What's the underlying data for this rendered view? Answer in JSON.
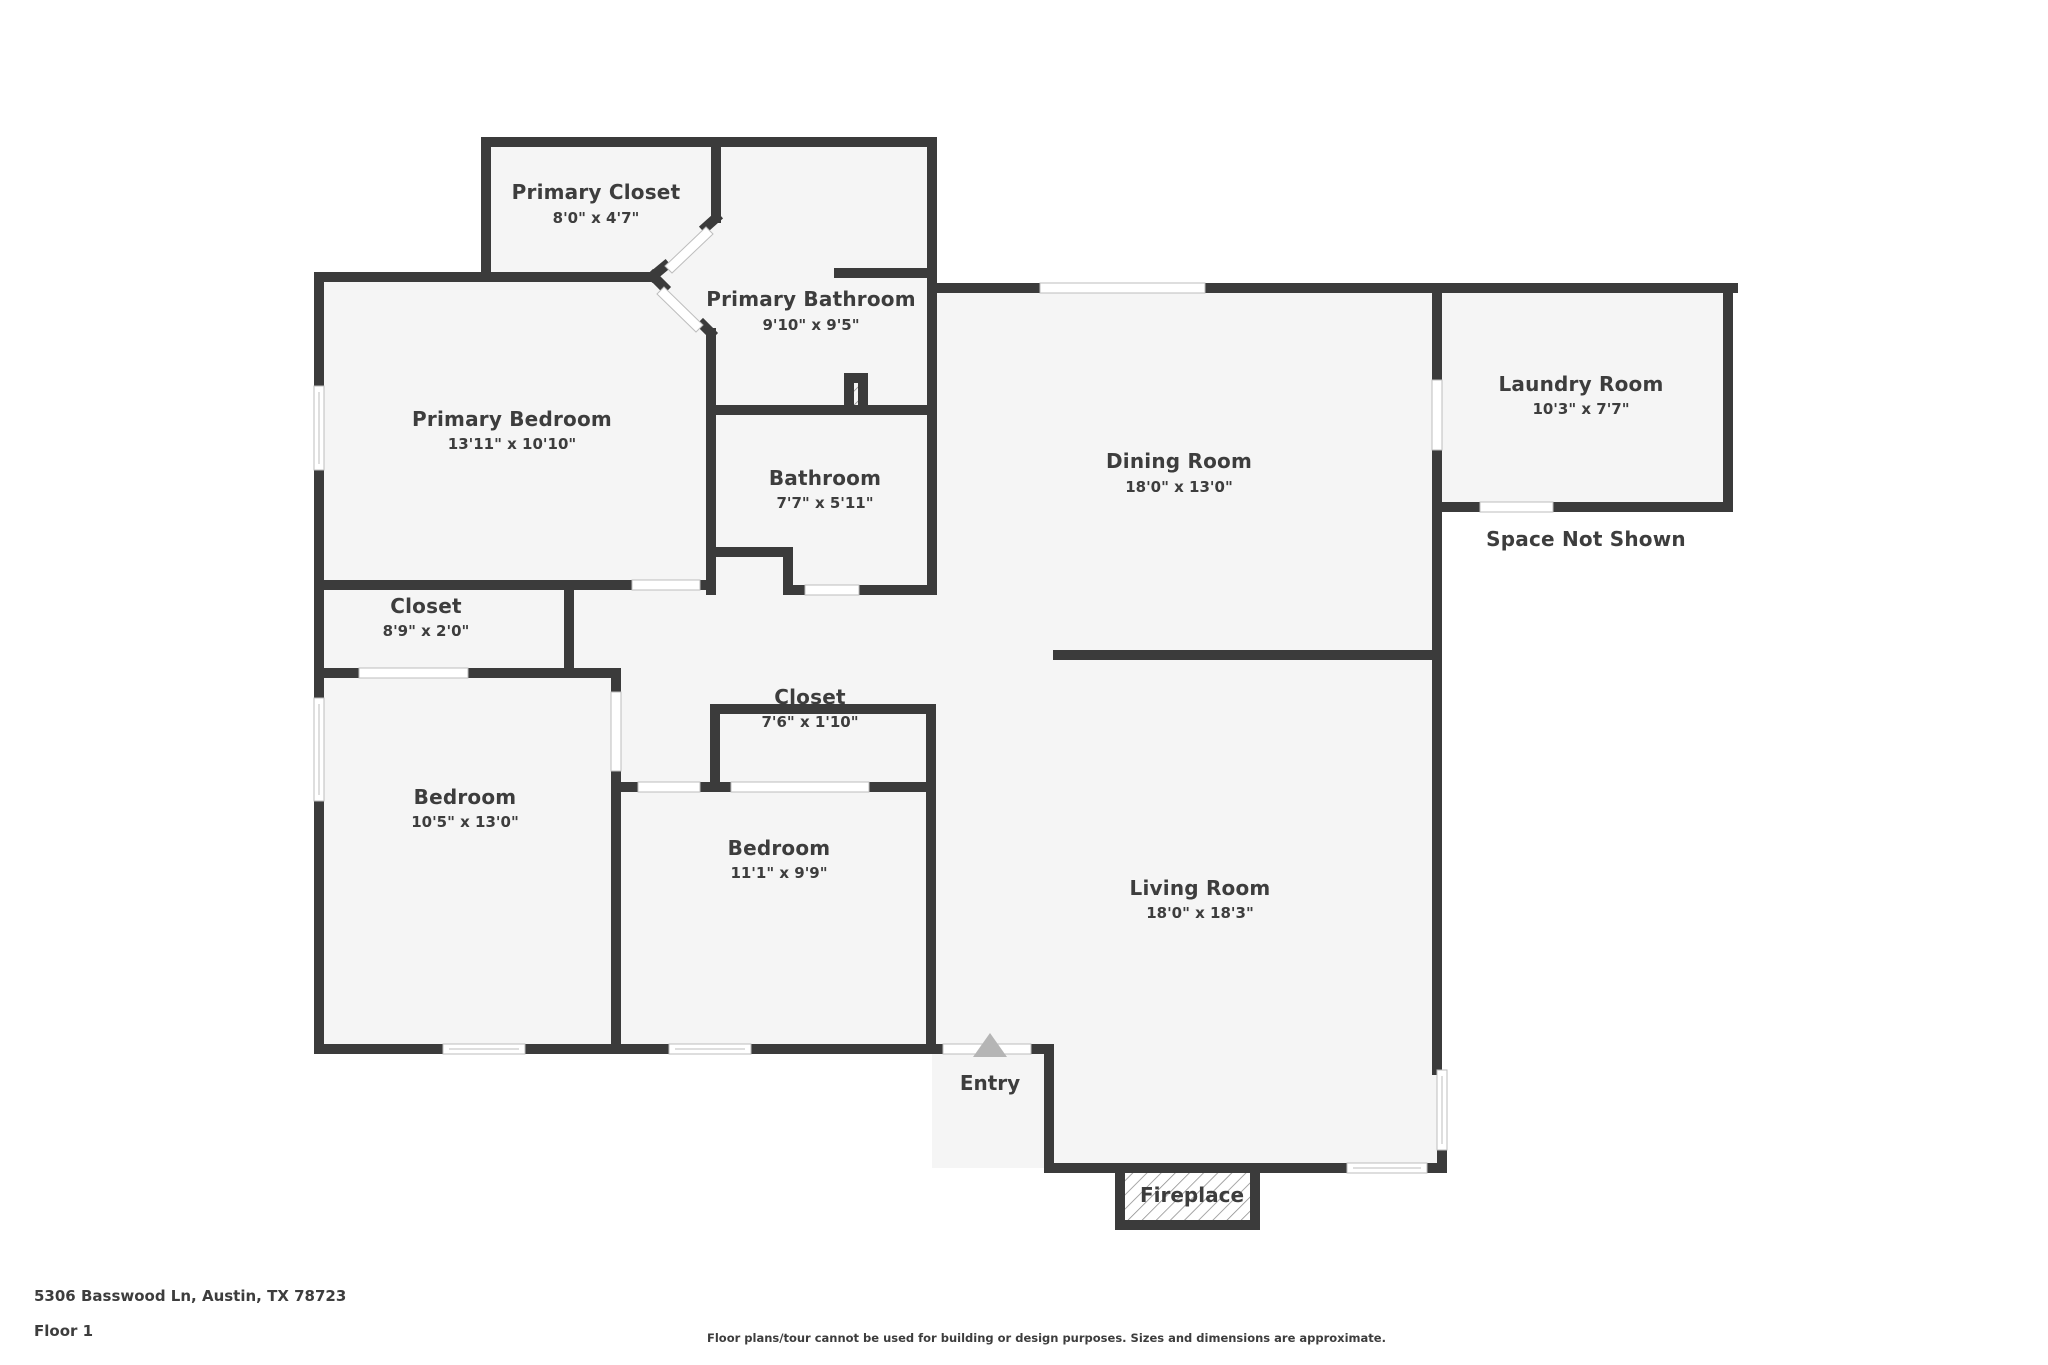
{
  "property": {
    "address": "5306 Basswood Ln, Austin, TX 78723",
    "floor": "Floor 1",
    "disclaimer": "Floor plans/tour cannot be used for building or design purposes. Sizes and dimensions are approximate."
  },
  "colors": {
    "wall": "#3b3b3b",
    "floor": "#f5f5f5",
    "background": "#ffffff",
    "text": "#3d3d3d",
    "entry_marker": "#b5b5b5"
  },
  "rooms": [
    {
      "id": "primary-closet",
      "name": "Primary Closet",
      "dimensions": "8'0\" x 4'7\""
    },
    {
      "id": "primary-bathroom",
      "name": "Primary Bathroom",
      "dimensions": "9'10\" x 9'5\""
    },
    {
      "id": "primary-bedroom",
      "name": "Primary Bedroom",
      "dimensions": "13'11\" x 10'10\""
    },
    {
      "id": "bathroom",
      "name": "Bathroom",
      "dimensions": "7'7\" x 5'11\""
    },
    {
      "id": "dining-room",
      "name": "Dining Room",
      "dimensions": "18'0\" x 13'0\""
    },
    {
      "id": "laundry-room",
      "name": "Laundry Room",
      "dimensions": "10'3\" x 7'7\""
    },
    {
      "id": "closet-hall",
      "name": "Closet",
      "dimensions": "8'9\" x 2'0\""
    },
    {
      "id": "closet-bedroom",
      "name": "Closet",
      "dimensions": "7'6\" x 1'10\""
    },
    {
      "id": "bedroom-1",
      "name": "Bedroom",
      "dimensions": "10'5\" x 13'0\""
    },
    {
      "id": "bedroom-2",
      "name": "Bedroom",
      "dimensions": "11'1\" x 9'9\""
    },
    {
      "id": "living-room",
      "name": "Living Room",
      "dimensions": "18'0\" x 18'3\""
    }
  ],
  "annotations": {
    "space_not_shown": "Space Not Shown",
    "entry": "Entry",
    "fireplace": "Fireplace"
  }
}
